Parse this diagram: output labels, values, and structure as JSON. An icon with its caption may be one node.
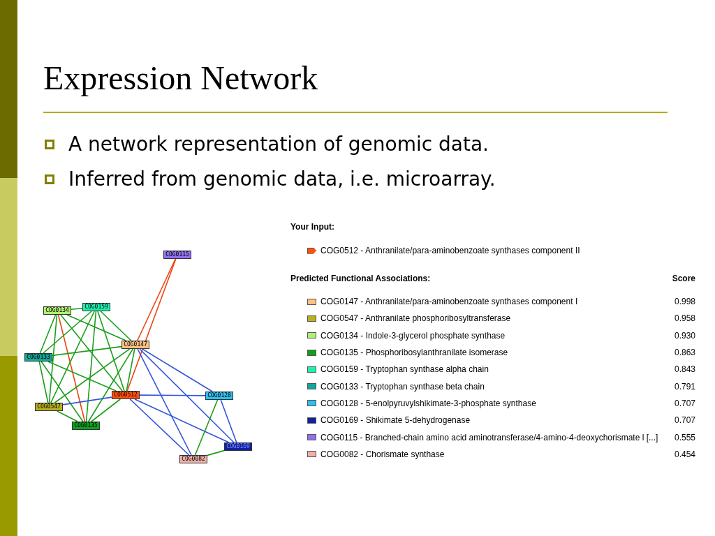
{
  "diagram": {
    "title": "Expression Network",
    "nodes": [
      {
        "text": [
          "COG0115"
        ]
      },
      {
        "text": [
          "COG0134"
        ]
      },
      {
        "text": [
          "COG0159"
        ]
      },
      {
        "text": [
          "COG0147"
        ]
      },
      {
        "text": [
          "COG0133"
        ]
      },
      {
        "text": [
          "COG0512"
        ]
      },
      {
        "text": [
          "COG0128"
        ]
      },
      {
        "text": [
          "COG0547"
        ]
      },
      {
        "text": [
          "COG0135"
        ]
      },
      {
        "text": [
          "COG0169"
        ]
      },
      {
        "text": [
          "COG0082"
        ]
      }
    ],
    "edges": [
      {
        "from": 0,
        "to": 3,
        "arrow": "none",
        "color": "#ee4411"
      },
      {
        "from": 0,
        "to": 5,
        "arrow": "none",
        "color": "#ee4411"
      },
      {
        "from": 1,
        "to": 2,
        "arrow": "none"
      },
      {
        "from": 1,
        "to": 3,
        "arrow": "none"
      },
      {
        "from": 1,
        "to": 4,
        "arrow": "none"
      },
      {
        "from": 1,
        "to": 5,
        "arrow": "none"
      },
      {
        "from": 1,
        "to": 7,
        "arrow": "none"
      },
      {
        "from": 1,
        "to": 8,
        "arrow": "none",
        "color": "#ee4411"
      },
      {
        "from": 2,
        "to": 3,
        "arrow": "none"
      },
      {
        "from": 2,
        "to": 4,
        "arrow": "none"
      },
      {
        "from": 2,
        "to": 5,
        "arrow": "none"
      },
      {
        "from": 2,
        "to": 7,
        "arrow": "none"
      },
      {
        "from": 2,
        "to": 8,
        "arrow": "none"
      },
      {
        "from": 3,
        "to": 4,
        "arrow": "none"
      },
      {
        "from": 3,
        "to": 5,
        "arrow": "none"
      },
      {
        "from": 3,
        "to": 7,
        "arrow": "none"
      },
      {
        "from": 3,
        "to": 8,
        "arrow": "none"
      },
      {
        "from": 4,
        "to": 5,
        "arrow": "none"
      },
      {
        "from": 4,
        "to": 7,
        "arrow": "none"
      },
      {
        "from": 4,
        "to": 8,
        "arrow": "none"
      },
      {
        "from": 5,
        "to": 7,
        "arrow": "none",
        "color": "#3355dd"
      },
      {
        "from": 5,
        "to": 8,
        "arrow": "none"
      },
      {
        "from": 7,
        "to": 8,
        "arrow": "none"
      },
      {
        "from": 3,
        "to": 6,
        "arrow": "none",
        "color": "#3355dd"
      },
      {
        "from": 3,
        "to": 9,
        "arrow": "none",
        "color": "#3355dd"
      },
      {
        "from": 3,
        "to": 10,
        "arrow": "none",
        "color": "#3355dd"
      },
      {
        "from": 5,
        "to": 6,
        "arrow": "none",
        "color": "#3355dd"
      },
      {
        "from": 5,
        "to": 9,
        "arrow": "none",
        "color": "#3355dd"
      },
      {
        "from": 5,
        "to": 10,
        "arrow": "none",
        "color": "#3355dd"
      },
      {
        "from": 6,
        "to": 9,
        "arrow": "none",
        "color": "#3355dd"
      },
      {
        "from": 6,
        "to": 10,
        "arrow": "none"
      },
      {
        "from": 9,
        "to": 10,
        "arrow": "none"
      }
    ],
    "labels": [
      "A network representation of genomic data.",
      "Inferred from genomic data, i.e. microarray.",
      "Your Input:",
      "Predicted Functional Associations:",
      "Score",
      "0.998",
      "0.958",
      "0.930",
      "0.863",
      "0.843",
      "0.791",
      "0.707",
      "0.707",
      "0.555",
      "0.454"
    ],
    "legend": [
      {
        "text": "COG0512 - Anthranilate/para-aminobenzoate synthases component II",
        "color": "#ff5010"
      },
      {
        "text": "COG0147 - Anthranilate/para-aminobenzoate synthases component I",
        "color": "#ffc080"
      },
      {
        "text": "COG0547 - Anthranilate phosphoribosyltransferase",
        "color": "#b8b020"
      },
      {
        "text": "COG0134 - Indole-3-glycerol phosphate synthase",
        "color": "#b0f070"
      },
      {
        "text": "COG0135 - Phosphoribosylanthranilate isomerase",
        "color": "#10a020"
      },
      {
        "text": "COG0159 - Tryptophan synthase alpha chain",
        "color": "#20f0b0"
      },
      {
        "text": "COG0133 - Tryptophan synthase beta chain",
        "color": "#10a898"
      },
      {
        "text": "COG0128 - 5-enolpyruvylshikimate-3-phosphate synthase",
        "color": "#30c0f0"
      },
      {
        "text": "COG0169 - Shikimate 5-dehydrogenase",
        "color": "#1020a0"
      },
      {
        "text": "COG0115 - Branched-chain amino acid aminotransferase/4-amino-4-deoxychorismate l [...]",
        "color": "#9070f0"
      },
      {
        "text": "COG0082 - Chorismate synthase",
        "color": "#f0b0a8"
      }
    ]
  }
}
